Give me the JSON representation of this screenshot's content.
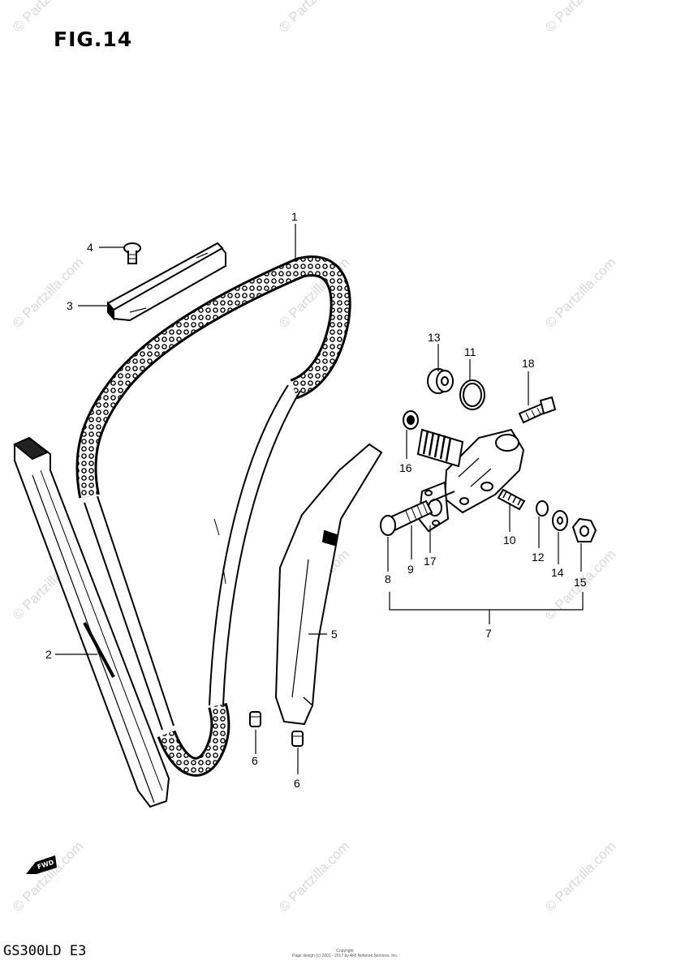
{
  "title": "FIG.14",
  "model_code": "GS300LD  E3",
  "copyright_lines": [
    "Copyright",
    "Page design (c) 2001 - 2017 by ARI Network Services, Inc."
  ],
  "watermark": "© Partzilla.com",
  "fwd_marker": "FWD",
  "part_callouts": [
    {
      "id": "c1",
      "text": "1"
    },
    {
      "id": "c2",
      "text": "2"
    },
    {
      "id": "c3",
      "text": "3"
    },
    {
      "id": "c4",
      "text": "4"
    },
    {
      "id": "c5",
      "text": "5"
    },
    {
      "id": "c6a",
      "text": "6"
    },
    {
      "id": "c6b",
      "text": "6"
    },
    {
      "id": "c7",
      "text": "7"
    },
    {
      "id": "c8",
      "text": "8"
    },
    {
      "id": "c9",
      "text": "9"
    },
    {
      "id": "c10",
      "text": "10"
    },
    {
      "id": "c11",
      "text": "11"
    },
    {
      "id": "c12",
      "text": "12"
    },
    {
      "id": "c13",
      "text": "13"
    },
    {
      "id": "c14",
      "text": "14"
    },
    {
      "id": "c15",
      "text": "15"
    },
    {
      "id": "c16",
      "text": "16"
    },
    {
      "id": "c17",
      "text": "17"
    },
    {
      "id": "c18",
      "text": "18"
    }
  ]
}
